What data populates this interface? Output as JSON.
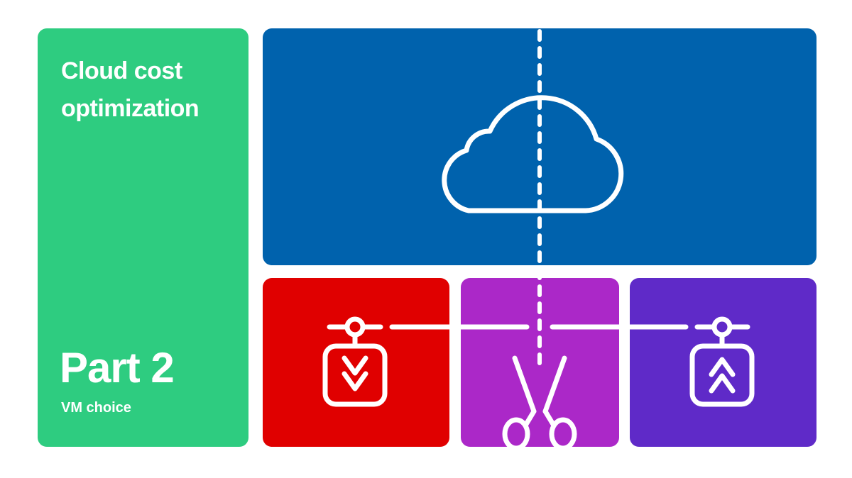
{
  "banner": {
    "title": "Cloud cost optimization",
    "part": "Part 2",
    "subtitle": "VM choice"
  },
  "colors": {
    "green": "#2ecc80",
    "blue": "#0062ad",
    "red": "#e00000",
    "purple": "#ab28c8",
    "violet": "#5f2ac8"
  }
}
